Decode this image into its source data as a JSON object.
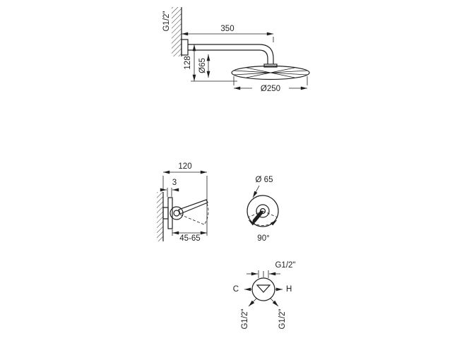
{
  "drawing": {
    "line_color": "#1f1f1f",
    "background": "#ffffff"
  },
  "shower_view": {
    "wall_thread_label": "G1/2\"",
    "arm_length_label": "350",
    "drop_height_label": "128",
    "connector_diameter_label": "Ø65",
    "head_diameter_label": "Ø250"
  },
  "mixer_side_view": {
    "total_depth_label": "120",
    "plate_thickness_label": "3",
    "install_depth_label": "45-65"
  },
  "mixer_front_view": {
    "plate_diameter_label": "Ø 65",
    "handle_swing_label": "90°"
  },
  "connection_view": {
    "top_thread_label": "G1/2\"",
    "cold_label": "C",
    "hot_label": "H",
    "bottom_left_thread_label": "G1/2\"",
    "bottom_right_thread_label": "G1/2\""
  }
}
